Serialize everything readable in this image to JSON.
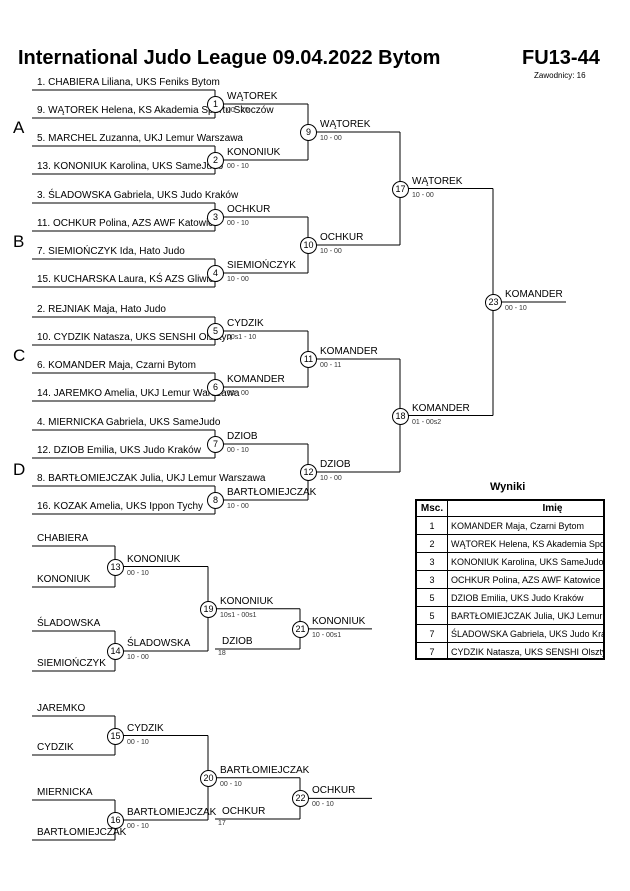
{
  "header": {
    "title": "International Judo League  09.04.2022  Bytom",
    "category": "FU13-44",
    "competitors": "Zawodnicy: 16"
  },
  "pools": [
    "A",
    "B",
    "C",
    "D"
  ],
  "entries": [
    "1. CHABIERA Liliana, UKS Feniks Bytom",
    "9. WĄTOREK Helena, KS Akademia Sportu Skoczów",
    "5. MARCHEL Zuzanna, UKJ Lemur Warszawa",
    "13. KONONIUK Karolina, UKS SameJudo",
    "3. ŚLADOWSKA Gabriela, UKS Judo Kraków",
    "11. OCHKUR Polina, AZS AWF Katowice",
    "7. SIEMIOŃCZYK Ida, Hato Judo",
    "15. KUCHARSKA Laura, KŚ AZS Gliwice",
    "2. REJNIAK Maja, Hato Judo",
    "10. CYDZIK Natasza, UKS SENSHI Olsztyn",
    "6. KOMANDER Maja, Czarni Bytom",
    "14. JAREMKO Amelia, UKJ Lemur Warszawa",
    "4. MIERNICKA Gabriela, UKS SameJudo",
    "12. DZIOB Emilia, UKS Judo Kraków",
    "8. BARTŁOMIEJCZAK Julia, UKJ Lemur Warszawa",
    "16. KOZAK Amelia, UKS Ippon Tychy"
  ],
  "matches": [
    {
      "n": "1",
      "winner": "WĄTOREK",
      "score": "00 - 10"
    },
    {
      "n": "2",
      "winner": "KONONIUK",
      "score": "00 - 10"
    },
    {
      "n": "3",
      "winner": "OCHKUR",
      "score": "00 - 10"
    },
    {
      "n": "4",
      "winner": "SIEMIOŃCZYK",
      "score": "10 - 00"
    },
    {
      "n": "5",
      "winner": "CYDZIK",
      "score": "00s1 - 10"
    },
    {
      "n": "6",
      "winner": "KOMANDER",
      "score": "10 - 00"
    },
    {
      "n": "7",
      "winner": "DZIOB",
      "score": "00 - 10"
    },
    {
      "n": "8",
      "winner": "BARTŁOMIEJCZAK",
      "score": "10 - 00"
    },
    {
      "n": "9",
      "winner": "WĄTOREK",
      "score": "10 - 00"
    },
    {
      "n": "10",
      "winner": "OCHKUR",
      "score": "10 - 00"
    },
    {
      "n": "11",
      "winner": "KOMANDER",
      "score": "00 - 11"
    },
    {
      "n": "12",
      "winner": "DZIOB",
      "score": "10 - 00"
    },
    {
      "n": "17",
      "winner": "WĄTOREK",
      "score": "10 - 00"
    },
    {
      "n": "18",
      "winner": "KOMANDER",
      "score": "01 - 00s2"
    },
    {
      "n": "23",
      "winner": "KOMANDER",
      "score": "00 - 10"
    }
  ],
  "repechage_1": {
    "entries": [
      "CHABIERA",
      "KONONIUK",
      "ŚLADOWSKA",
      "SIEMIOŃCZYK"
    ],
    "m13": {
      "n": "13",
      "winner": "KONONIUK",
      "score": "00 - 10"
    },
    "m14": {
      "n": "14",
      "winner": "ŚLADOWSKA",
      "score": "10 - 00"
    },
    "m19": {
      "n": "19",
      "winner": "KONONIUK",
      "score": "10s1 - 00s1"
    },
    "m19_opponent": "DZIOB",
    "m19_note": "18",
    "m21": {
      "n": "21",
      "winner": "KONONIUK",
      "score": "10 - 00s1"
    }
  },
  "repechage_2": {
    "entries": [
      "JAREMKO",
      "CYDZIK",
      "MIERNICKA",
      "BARTŁOMIEJCZAK"
    ],
    "m15": {
      "n": "15",
      "winner": "CYDZIK",
      "score": "00 - 10"
    },
    "m16": {
      "n": "16",
      "winner": "BARTŁOMIEJCZAK",
      "score": "00 - 10"
    },
    "m20": {
      "n": "20",
      "winner": "BARTŁOMIEJCZAK",
      "score": "00 - 10"
    },
    "m20_opponent": "OCHKUR",
    "m20_note": "17",
    "m22": {
      "n": "22",
      "winner": "OCHKUR",
      "score": "00 - 10"
    }
  },
  "results": {
    "title": "Wyniki",
    "headers": [
      "Msc.",
      "Imię"
    ],
    "rows": [
      {
        "place": "1",
        "name": "KOMANDER Maja, Czarni Bytom"
      },
      {
        "place": "2",
        "name": "WĄTOREK Helena, KS Akademia Sportu Skoczów"
      },
      {
        "place": "3",
        "name": "KONONIUK Karolina, UKS SameJudo"
      },
      {
        "place": "3",
        "name": "OCHKUR Polina, AZS AWF Katowice"
      },
      {
        "place": "5",
        "name": "DZIOB Emilia, UKS Judo Kraków"
      },
      {
        "place": "5",
        "name": "BARTŁOMIEJCZAK Julia, UKJ Lemur Warszawa"
      },
      {
        "place": "7",
        "name": "ŚLADOWSKA Gabriela, UKS Judo Kraków"
      },
      {
        "place": "7",
        "name": "CYDZIK Natasza, UKS SENSHI Olsztyn"
      }
    ]
  }
}
